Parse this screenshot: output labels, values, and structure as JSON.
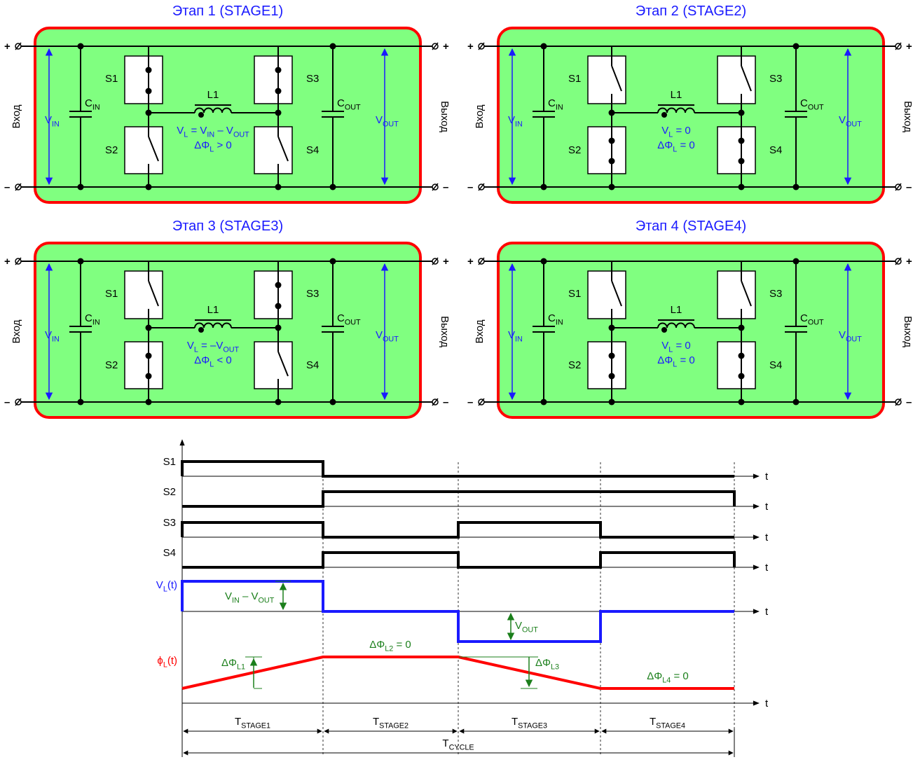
{
  "stages": [
    {
      "title": "Этап 1 (STAGE1)",
      "switches": {
        "S1": "closed",
        "S2": "open",
        "S3": "closed",
        "S4": "open"
      },
      "eq1": "V_L = V_IN – V_OUT",
      "eq2": "ΔΦ_L > 0"
    },
    {
      "title": "Этап 2 (STAGE2)",
      "switches": {
        "S1": "open",
        "S2": "closed",
        "S3": "open",
        "S4": "closed"
      },
      "eq1": "V_L = 0",
      "eq2": "ΔΦ_L = 0"
    },
    {
      "title": "Этап 3 (STAGE3)",
      "switches": {
        "S1": "open",
        "S2": "closed",
        "S3": "closed",
        "S4": "open"
      },
      "eq1": "V_L = –V_OUT",
      "eq2": "ΔΦ_L < 0"
    },
    {
      "title": "Этап 4 (STAGE4)",
      "switches": {
        "S1": "open",
        "S2": "closed",
        "S3": "open",
        "S4": "closed"
      },
      "eq1": "V_L = 0",
      "eq2": "ΔΦ_L = 0"
    }
  ],
  "circuit_labels": {
    "input": "Вход",
    "output": "Выход",
    "plus": "+",
    "minus": "–",
    "vin": "V_IN",
    "vout": "V_OUT",
    "cin": "C_IN",
    "cout": "C_OUT",
    "inductor": "L1",
    "s1": "S1",
    "s2": "S2",
    "s3": "S3",
    "s4": "S4"
  },
  "timing": {
    "signals": [
      {
        "name": "S1",
        "levels": [
          "high",
          "low",
          "low",
          "low"
        ]
      },
      {
        "name": "S2",
        "levels": [
          "low",
          "high",
          "high",
          "high"
        ]
      },
      {
        "name": "S3",
        "levels": [
          "high",
          "low",
          "high",
          "low"
        ]
      },
      {
        "name": "S4",
        "levels": [
          "low",
          "high",
          "low",
          "high"
        ]
      }
    ],
    "vl_label": "V_L(t)",
    "vl_levels": [
      "V_IN – V_OUT",
      "0",
      "–V_OUT",
      "0"
    ],
    "vl_annotations": [
      "V_IN – V_OUT",
      "V_OUT"
    ],
    "phi_label": "ϕ_L(t)",
    "phi_annotations": [
      "ΔΦ_L1",
      "ΔΦ_L2 = 0",
      "ΔΦ_L3",
      "ΔΦ_L4 = 0"
    ],
    "time_symbol": "t",
    "periods": [
      "T_STAGE1",
      "T_STAGE2",
      "T_STAGE3",
      "T_STAGE4"
    ],
    "cycle": "T_CYCLE"
  },
  "colors": {
    "panel_fill": "#80ff80",
    "panel_border": "#ff0000",
    "title": "#1a1aff",
    "vl_trace": "#1a1aff",
    "phi_trace": "#ff0000",
    "annotation": "#1b7f1b"
  }
}
